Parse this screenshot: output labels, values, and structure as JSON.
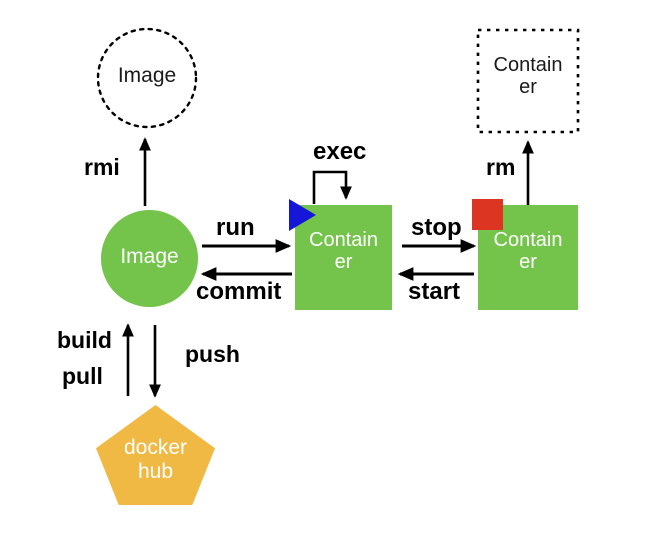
{
  "diagram": {
    "title": "docker-lifecycle-diagram",
    "colors": {
      "green": "#74C44B",
      "blue": "#1616D8",
      "red": "#DC3522",
      "gold": "#EFB944",
      "stroke": "#000000",
      "background": "#FFFFFF",
      "node_label": "#FFFFFF",
      "dashed_label": "#1A1A1A"
    },
    "nodes": [
      {
        "id": "image-deleted",
        "label": "Image",
        "shape": "dashed-circle",
        "fill": "none",
        "text_color": "#1A1A1A"
      },
      {
        "id": "image",
        "label": "Image",
        "shape": "circle",
        "fill": "#74C44B",
        "text_color": "#FFFFFF"
      },
      {
        "id": "container-running",
        "label": "Contain\ner",
        "shape": "square",
        "fill": "#74C44B",
        "text_color": "#FFFFFF",
        "badge": "play-triangle",
        "badge_color": "#1616D8"
      },
      {
        "id": "container-stopped",
        "label": "Contain\ner",
        "shape": "square",
        "fill": "#74C44B",
        "text_color": "#FFFFFF",
        "badge": "stop-square",
        "badge_color": "#DC3522"
      },
      {
        "id": "container-removed",
        "label": "Contain\ner",
        "shape": "dashed-square",
        "fill": "none",
        "text_color": "#1A1A1A"
      },
      {
        "id": "docker-hub",
        "label": "docker\nhub",
        "shape": "pentagon",
        "fill": "#EFB944",
        "text_color": "#FFFFFF"
      }
    ],
    "edges": [
      {
        "id": "rmi",
        "label": "rmi",
        "from": "image",
        "to": "image-deleted"
      },
      {
        "id": "run",
        "label": "run",
        "from": "image",
        "to": "container-running"
      },
      {
        "id": "commit",
        "label": "commit",
        "from": "container-running",
        "to": "image"
      },
      {
        "id": "exec",
        "label": "exec",
        "from": "container-running",
        "to": "container-running"
      },
      {
        "id": "stop",
        "label": "stop",
        "from": "container-running",
        "to": "container-stopped"
      },
      {
        "id": "start",
        "label": "start",
        "from": "container-stopped",
        "to": "container-running"
      },
      {
        "id": "rm",
        "label": "rm",
        "from": "container-stopped",
        "to": "container-removed"
      },
      {
        "id": "build",
        "label": "build",
        "from": "docker-hub",
        "to": "image"
      },
      {
        "id": "pull",
        "label": "pull",
        "from": "docker-hub",
        "to": "image"
      },
      {
        "id": "push",
        "label": "push",
        "from": "image",
        "to": "docker-hub"
      }
    ]
  }
}
